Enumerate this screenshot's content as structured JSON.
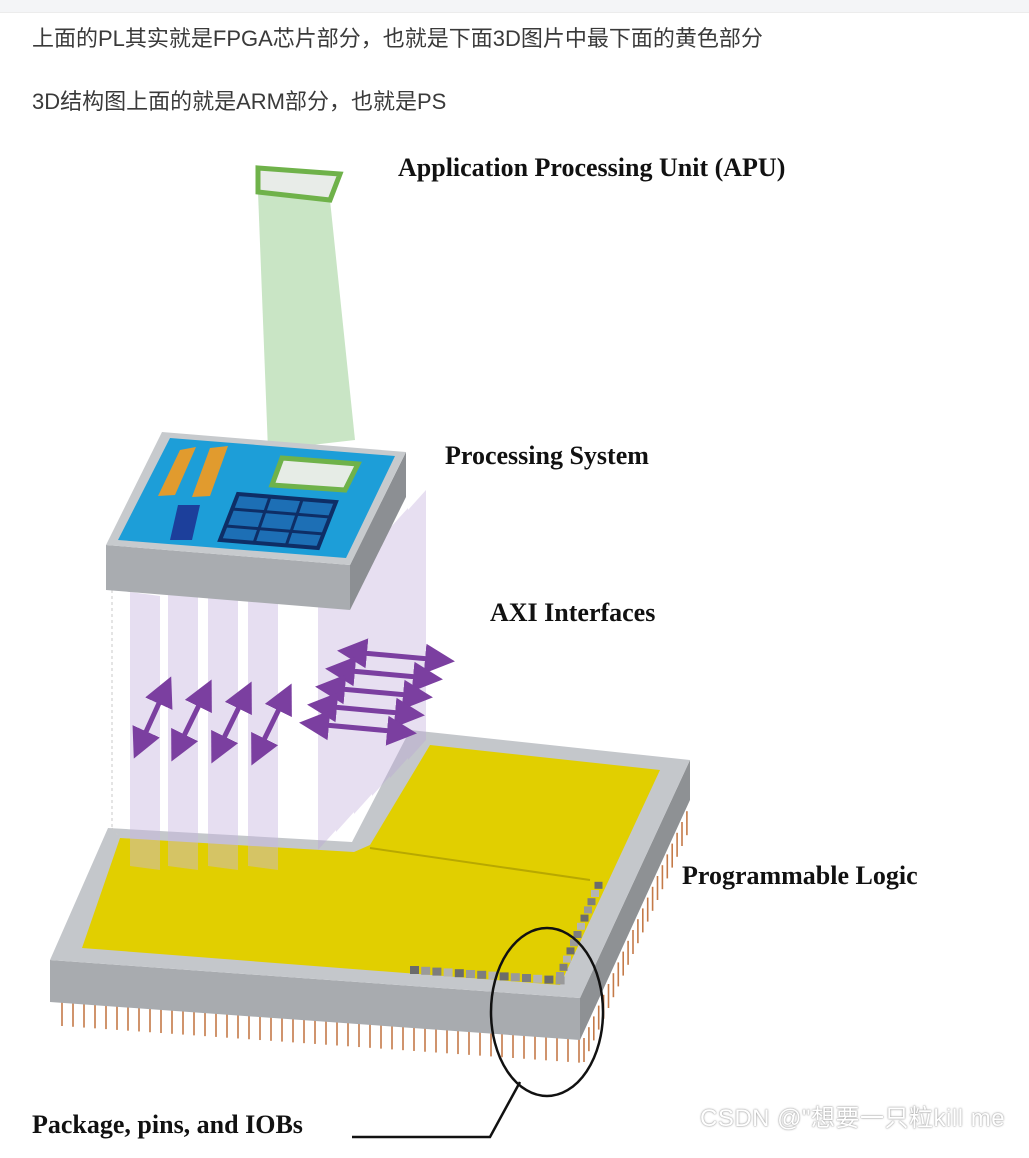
{
  "article": {
    "paragraph_1": "上面的PL其实就是FPGA芯片部分，也就是下面3D图片中最下面的黄色部分",
    "paragraph_2": "3D结构图上面的就是ARM部分，也就是PS"
  },
  "diagram": {
    "labels": {
      "apu": "Application Processing Unit (APU)",
      "ps": "Processing System",
      "axi": "AXI Interfaces",
      "pl": "Programmable Logic",
      "package": "Package, pins, and IOBs"
    },
    "colors": {
      "apu_border": "#6fb24a",
      "apu_beam": "#bfe0bb",
      "ps_board": "#1d9ed8",
      "ps_base": "#b9bcc0",
      "orange_chip": "#e19b2e",
      "navy_chip": "#1c3f9b",
      "axi_arrow": "#7b3fa0",
      "axi_panel": "#c7b6df",
      "pl_yellow": "#e1cf00",
      "pl_base": "#b6b9bd",
      "pin": "#c47a48"
    }
  },
  "watermark": "CSDN @\"想要一只粒kill me"
}
